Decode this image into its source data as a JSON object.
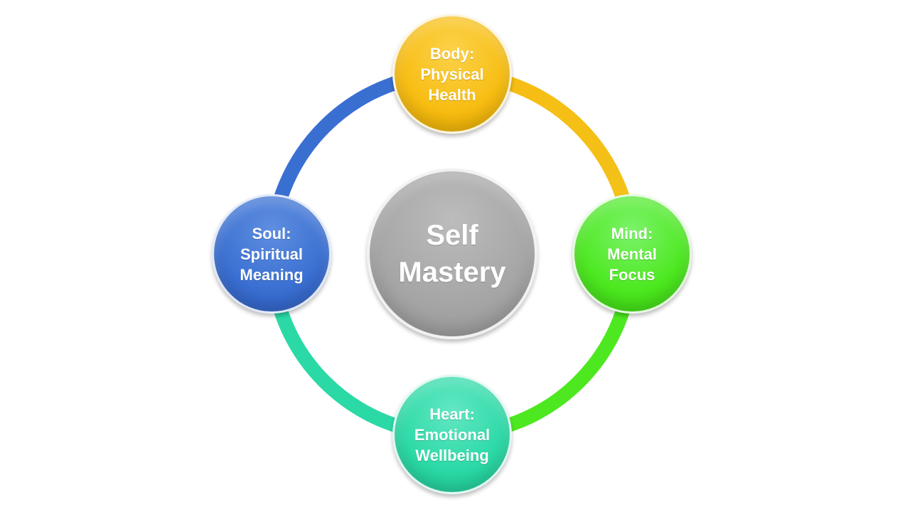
{
  "diagram": {
    "center": {
      "lines": [
        "Self",
        "Mastery"
      ],
      "color": "#a5a5a5"
    },
    "nodes": [
      {
        "id": "body",
        "lines": [
          "Body:",
          "Physical",
          "Health"
        ],
        "color": "#f7bd12"
      },
      {
        "id": "mind",
        "lines": [
          "Mind:",
          "Mental",
          "Focus"
        ],
        "color": "#4de820"
      },
      {
        "id": "heart",
        "lines": [
          "Heart:",
          "Emotional",
          "Wellbeing"
        ],
        "color": "#2bd9a6"
      },
      {
        "id": "soul",
        "lines": [
          "Soul:",
          "Spiritual",
          "Meaning"
        ],
        "color": "#3a6fd2"
      }
    ]
  }
}
